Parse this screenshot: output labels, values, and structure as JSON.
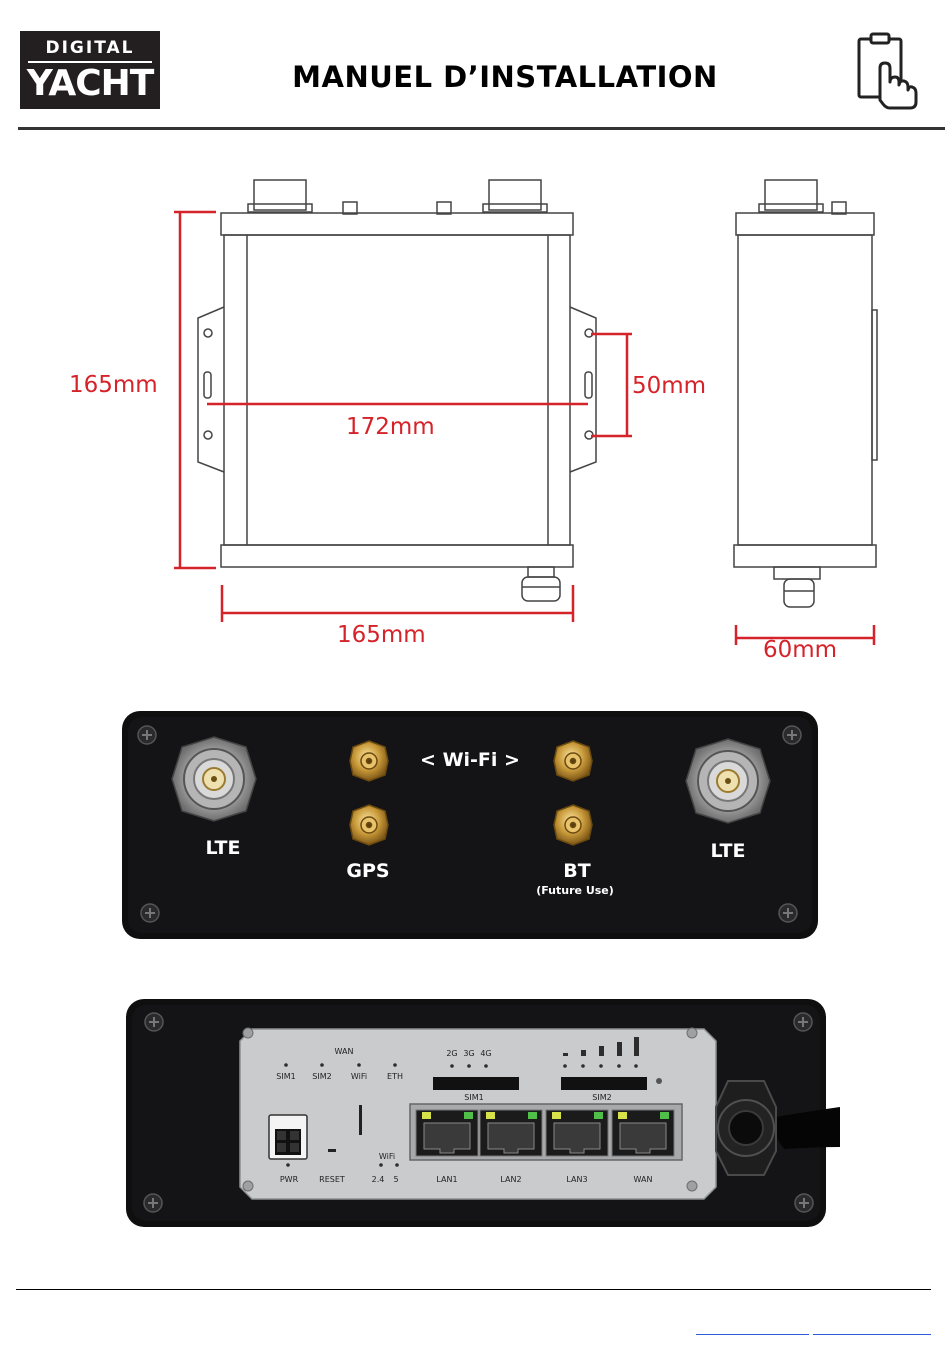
{
  "header": {
    "logo_top": "DIGITAL",
    "logo_bottom": "YACHT",
    "title": "MANUEL D’INSTALLATION"
  },
  "dimensions": {
    "left_height": "165mm",
    "mount_width": "172mm",
    "hole_spacing": "50mm",
    "bottom_width": "165mm",
    "side_depth": "60mm"
  },
  "front_panel": {
    "wifi": "< Wi-Fi >",
    "lte_left": "LTE",
    "lte_right": "LTE",
    "gps": "GPS",
    "bt": "BT",
    "bt_note": "(Future Use)"
  },
  "rear_panel": {
    "wan_top": "WAN",
    "leds": [
      "SIM1",
      "SIM2",
      "WiFi",
      "ETH"
    ],
    "bands": [
      "2G",
      "3G",
      "4G"
    ],
    "sim1": "SIM1",
    "sim2": "SIM2",
    "pwr": "PWR",
    "reset": "RESET",
    "wifi_label": "WiFi",
    "wifi_24": "2.4",
    "wifi_5": "5",
    "ports": [
      "LAN1",
      "LAN2",
      "LAN3",
      "WAN"
    ]
  },
  "colors": {
    "dimension": "#d5232a",
    "device": "#111111",
    "panel": "#c9cbcd"
  },
  "icons": [
    "clipboard-touch-icon"
  ]
}
